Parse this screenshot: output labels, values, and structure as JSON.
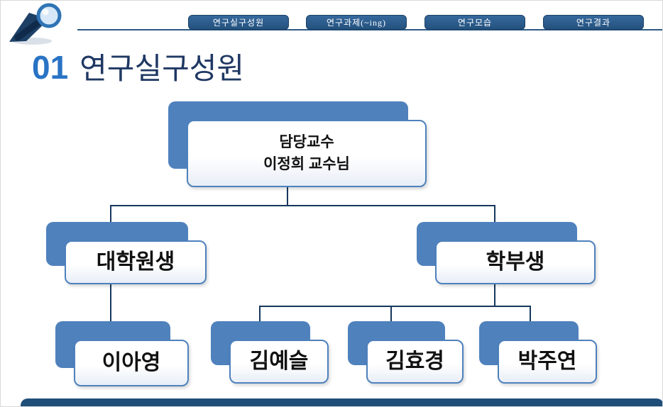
{
  "slide": {
    "title_number": "01",
    "title_text": "연구실구성원"
  },
  "tabs": [
    {
      "label": "연구실구성원"
    },
    {
      "label": "연구과제(~ing)"
    },
    {
      "label": "연구모습"
    },
    {
      "label": "연구결과"
    }
  ],
  "org_chart": {
    "root": {
      "line1": "담당교수",
      "line2": "이정희 교수님"
    },
    "children": [
      {
        "label": "대학원생"
      },
      {
        "label": "학부생"
      }
    ],
    "leaves": [
      {
        "label": "이아영"
      },
      {
        "label": "김예슬"
      },
      {
        "label": "김효경"
      },
      {
        "label": "박주연"
      }
    ]
  },
  "icons": {
    "logo": "magnifier-icon"
  },
  "colors": {
    "tab_blue": "#2C5985",
    "node_shadow_blue": "#4F81BD",
    "connector_navy": "#17375E",
    "title_number_blue": "#2973C4",
    "title_text_navy": "#1F3863",
    "footer_blue": "#1F4E79"
  }
}
